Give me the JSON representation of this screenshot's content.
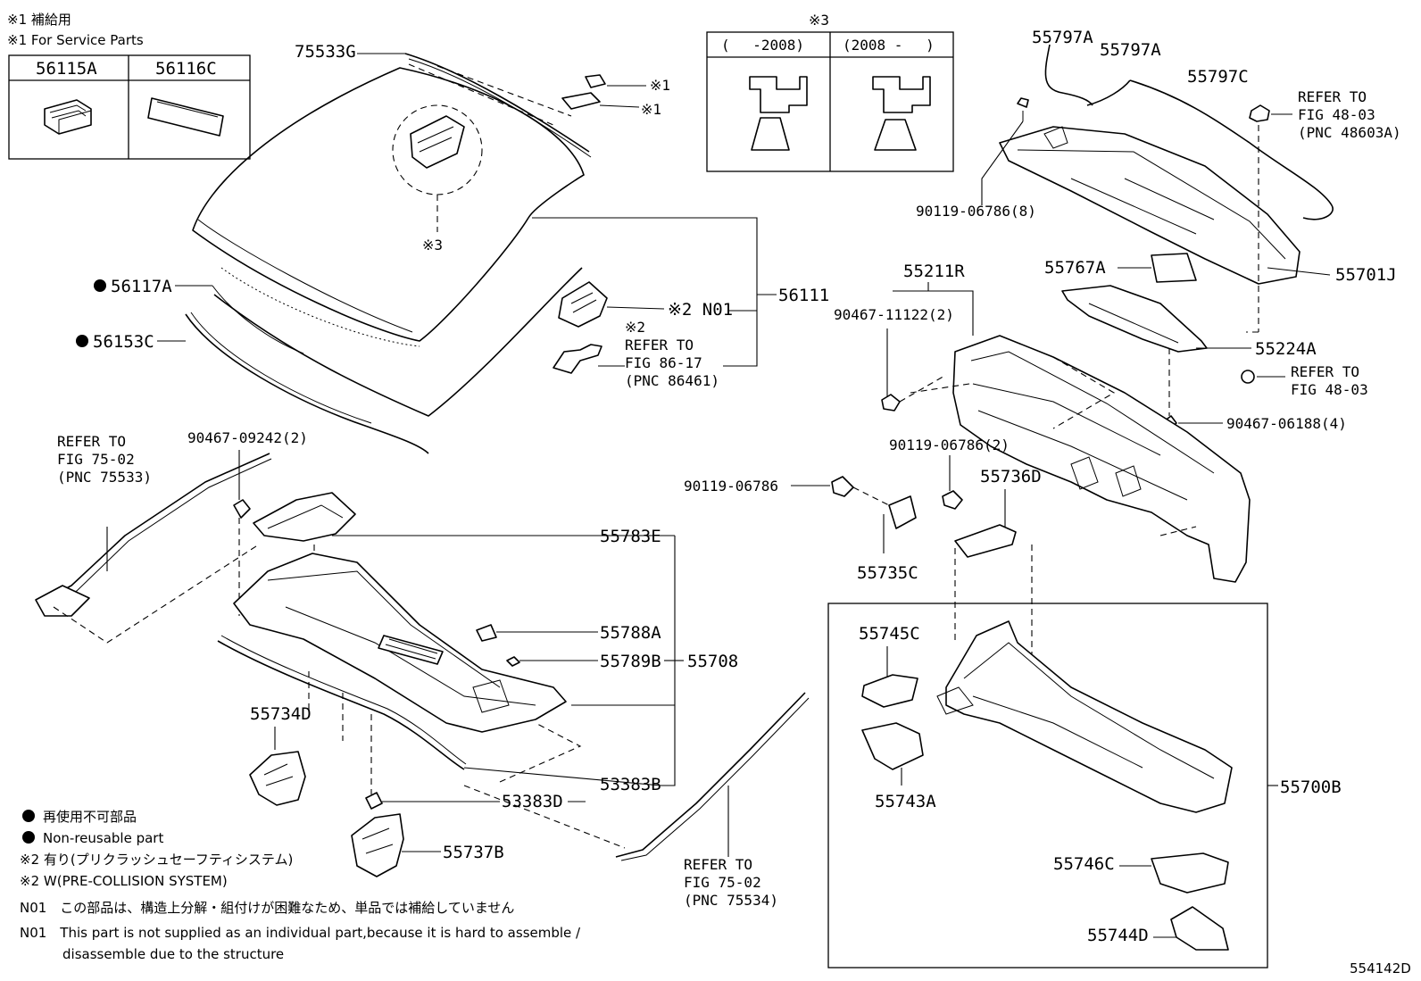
{
  "service_note": {
    "jp": "※1 補給用",
    "en": "※1 For Service Parts"
  },
  "service_table": [
    "56115A",
    "56116C"
  ],
  "inset3": {
    "label": "※3",
    "col1": "(　 -2008)",
    "col2": "(2008 -　 )"
  },
  "parts": {
    "p75533G": "75533G",
    "p56117A": "56117A",
    "p56153C": "56153C",
    "p56111": "56111",
    "p3": "※3",
    "m1a": "※1",
    "m1b": "※1",
    "m2n01": "※2 N01",
    "p55797A_1": "55797A",
    "p55797A_2": "55797A",
    "p55797C": "55797C",
    "p90119_8": "90119-06786(8)",
    "p557013": "55701J",
    "p55767A": "55767A",
    "p55211R": "55211R",
    "p90467_11122": "90467-11122(2)",
    "p55224A": "55224A",
    "p90467_06188": "90467-06188(4)",
    "p90119_2": "90119-06786(2)",
    "p90119": "90119-06786",
    "p55736D": "55736D",
    "p55735C": "55735C",
    "p90467_09242": "90467-09242(2)",
    "p55783E": "55783E",
    "p55788A": "55788A",
    "p55789B": "55789B",
    "p55708": "55708",
    "p55734D": "55734D",
    "p53383D": "53383D",
    "p53383B": "53383B",
    "p55737B": "55737B",
    "p55745C": "55745C",
    "p55743A": "55743A",
    "p55700B": "55700B",
    "p55746C": "55746C",
    "p55744D": "55744D"
  },
  "refs": {
    "r1": [
      "REFER TO",
      "FIG 48-03",
      "(PNC 48603A)"
    ],
    "r2": [
      "REFER TO",
      "FIG 48-03"
    ],
    "r3": [
      "※2",
      "REFER TO",
      "FIG 86-17",
      "(PNC 86461)"
    ],
    "r4": [
      "REFER TO",
      "FIG 75-02",
      "(PNC 75533)"
    ],
    "r5": [
      "REFER TO",
      "FIG 75-02",
      "(PNC 75534)"
    ]
  },
  "legend": {
    "l1": "再使用不可部品",
    "l2": "Non-reusable part",
    "l3": "※2 有り(プリクラッシュセーフティシステム)",
    "l4": "※2 W(PRE-COLLISION SYSTEM)",
    "l5": "N01　この部品は、構造上分解・組付けが困難なため、単品では補給していません",
    "l6": "N01　This part is not supplied as an individual part,because it is hard to assemble /",
    "l7": "disassemble due to the structure"
  },
  "figure_id": "554142D"
}
